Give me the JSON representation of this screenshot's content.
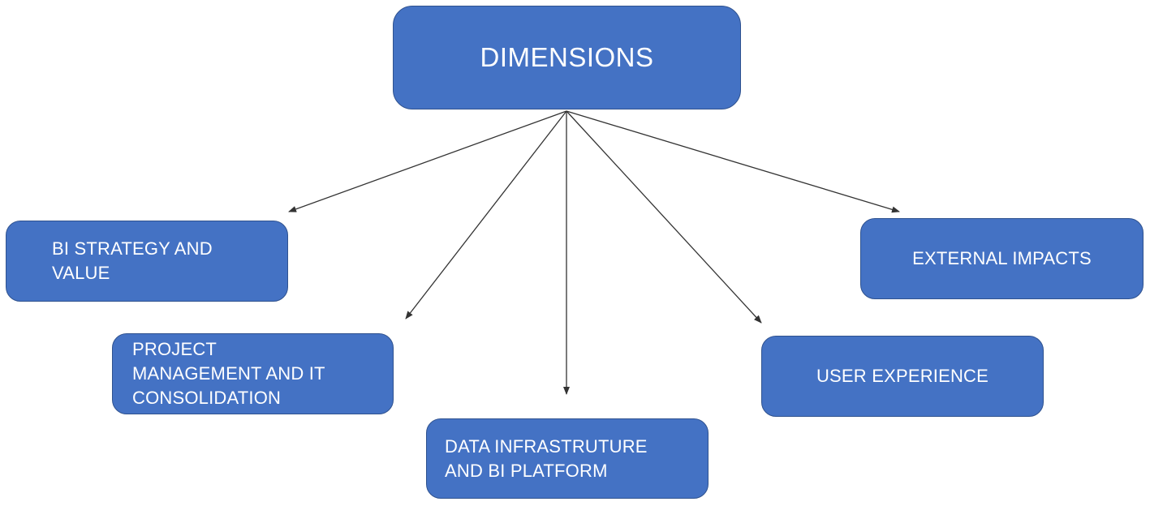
{
  "diagram": {
    "root": {
      "label": "DIMENSIONS"
    },
    "nodes": [
      {
        "label": "BI STRATEGY AND\nVALUE"
      },
      {
        "label": "PROJECT\nMANAGEMENT AND IT\nCONSOLIDATION"
      },
      {
        "label": "DATA INFRASTRUTURE\nAND BI PLATFORM"
      },
      {
        "label": "USER EXPERIENCE"
      },
      {
        "label": "EXTERNAL IMPACTS"
      }
    ],
    "colors": {
      "box_fill": "#4472c4",
      "box_border": "#2f528f",
      "text": "#ffffff",
      "connector": "#333333"
    }
  }
}
